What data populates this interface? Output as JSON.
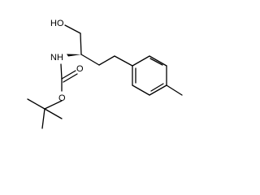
{
  "molecule": {
    "atom_labels": {
      "hydroxyl": "HO",
      "amine": "NH",
      "carbonyl_oxygen": "O",
      "ester_oxygen": "O"
    },
    "colors": {
      "bond": "#000000",
      "label": "#000000",
      "background": "#ffffff"
    }
  }
}
